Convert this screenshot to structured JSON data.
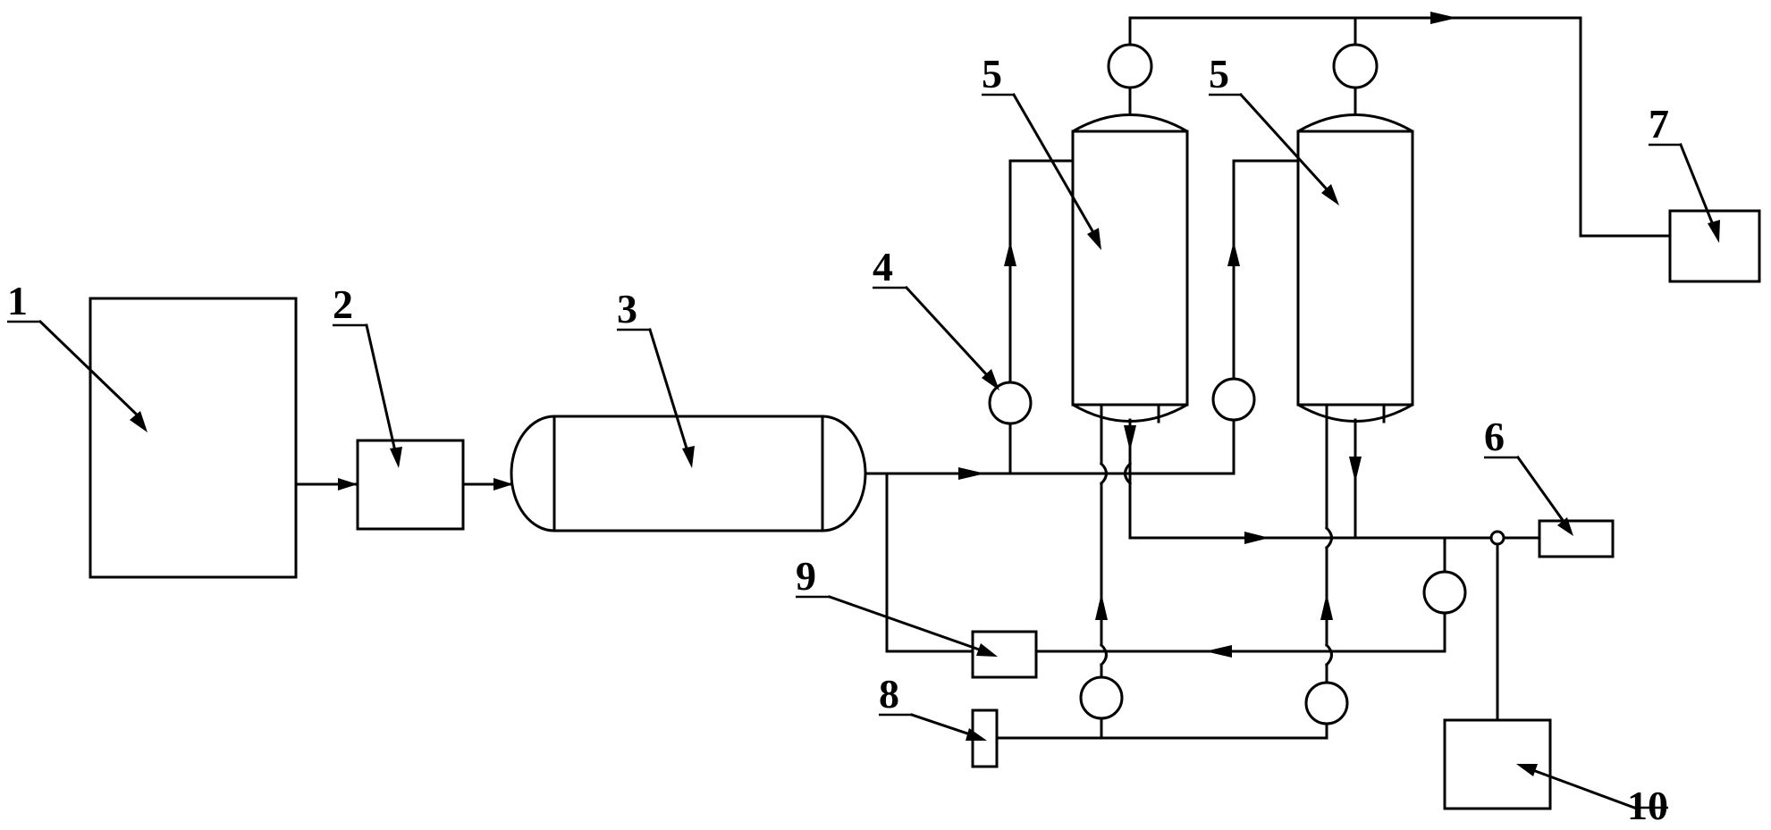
{
  "labels": {
    "l1": "1",
    "l2": "2",
    "l3": "3",
    "l4": "4",
    "l5a": "5",
    "l5b": "5",
    "l6": "6",
    "l7": "7",
    "l8": "8",
    "l9": "9",
    "l10": "10"
  },
  "icons": {
    "pump": "circle-pump-icon",
    "flow": "flow-arrow-icon"
  }
}
